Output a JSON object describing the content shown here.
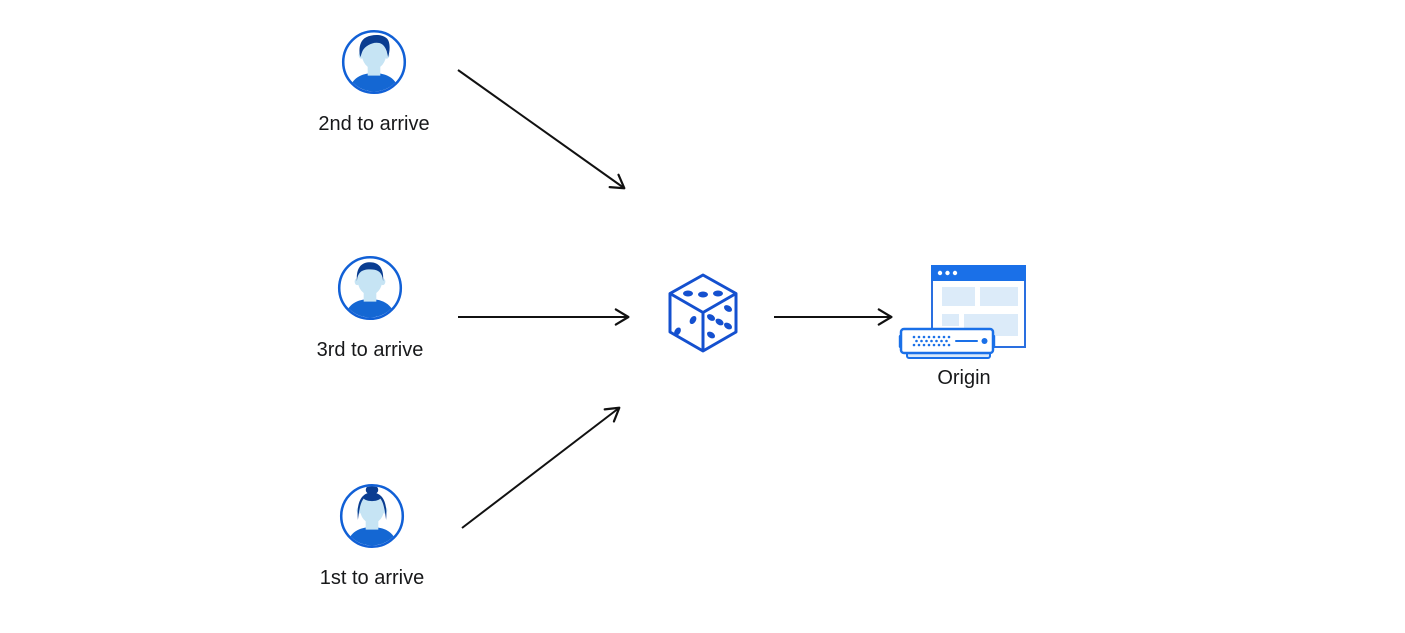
{
  "diagram": {
    "title": "request ordering diagram",
    "users": [
      {
        "label": "2nd to arrive",
        "icon": "avatar-person-quiff-icon"
      },
      {
        "label": "3rd to arrive",
        "icon": "avatar-person-short-hair-icon"
      },
      {
        "label": "1st to arrive",
        "icon": "avatar-person-bun-icon"
      }
    ],
    "center_node": {
      "icon": "dice-icon"
    },
    "origin_node": {
      "label": "Origin",
      "icon": "origin-server-browser-icon"
    },
    "arrows": [
      {
        "from": "2nd to arrive",
        "to": "dice"
      },
      {
        "from": "3rd to arrive",
        "to": "dice"
      },
      {
        "from": "1st to arrive",
        "to": "dice"
      },
      {
        "from": "dice",
        "to": "Origin"
      }
    ],
    "colors": {
      "avatar_ring_blue": "#1160d6",
      "hair_dark_blue": "#0a3d91",
      "skin_light_blue": "#c6e4f4",
      "shirt_blue": "#1467d3",
      "dice_blue": "#1450cf",
      "server_blue": "#1a70e8",
      "window_border_blue": "#2a6fe0",
      "pale_block_blue": "#dcebf9",
      "tray_blue": "#d8e8fa",
      "arrow_black": "#111111",
      "text_color": "#17181a",
      "background": "#ffffff"
    }
  }
}
